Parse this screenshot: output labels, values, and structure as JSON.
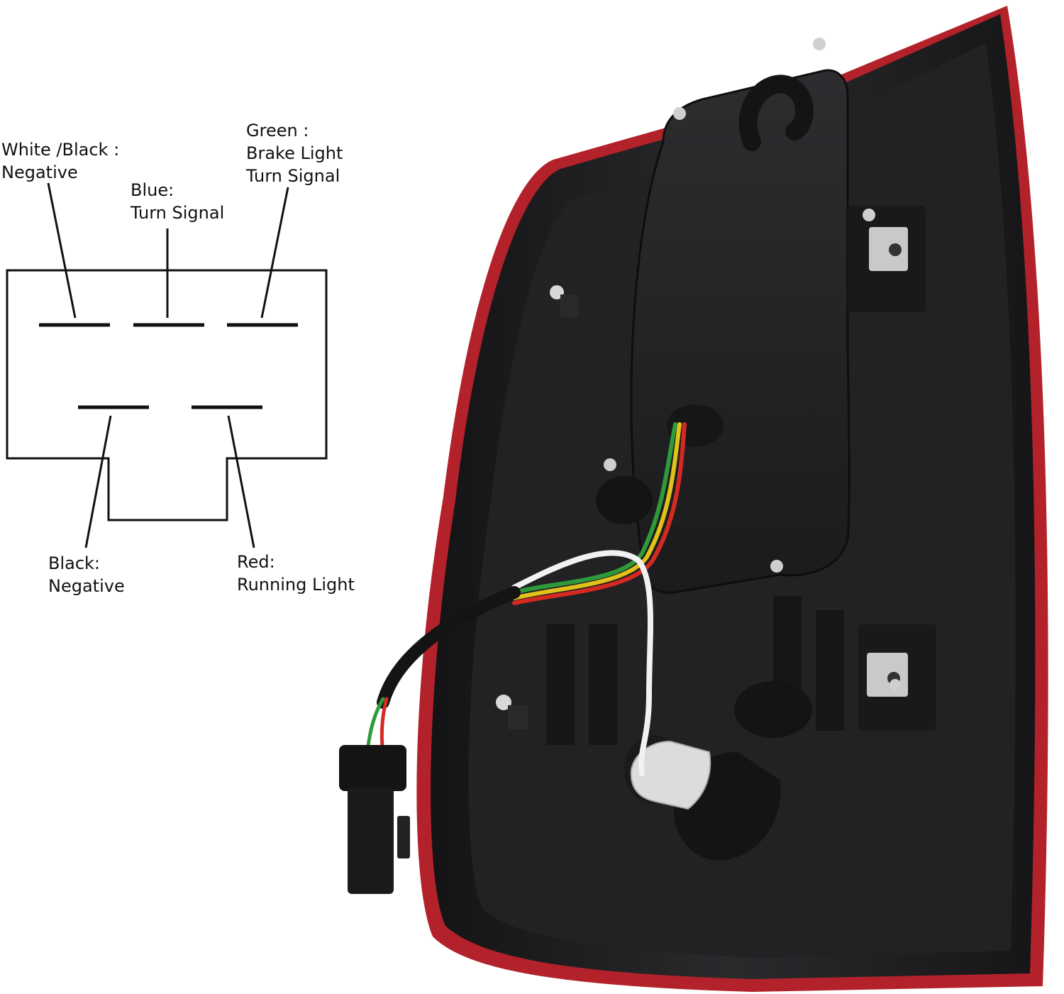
{
  "diagram": {
    "labels": {
      "white_black": [
        "White /Black :",
        "Negative"
      ],
      "blue": [
        "Blue:",
        "Turn Signal"
      ],
      "green": [
        "Green :",
        "Brake Light",
        "Turn Signal"
      ],
      "black": [
        "Black:",
        "Negative"
      ],
      "red": [
        "Red:",
        "Running Light"
      ]
    }
  },
  "photo": {
    "subject": "tail-light-assembly-rear",
    "wire_colors": {
      "green": "#2f9a3a",
      "yellow": "#e0c21a",
      "red": "#d42a22",
      "white": "#f2f2f2",
      "black": "#141414"
    },
    "housing_color": "#1d1d1f",
    "lens_edge_color": "#b3222a"
  }
}
